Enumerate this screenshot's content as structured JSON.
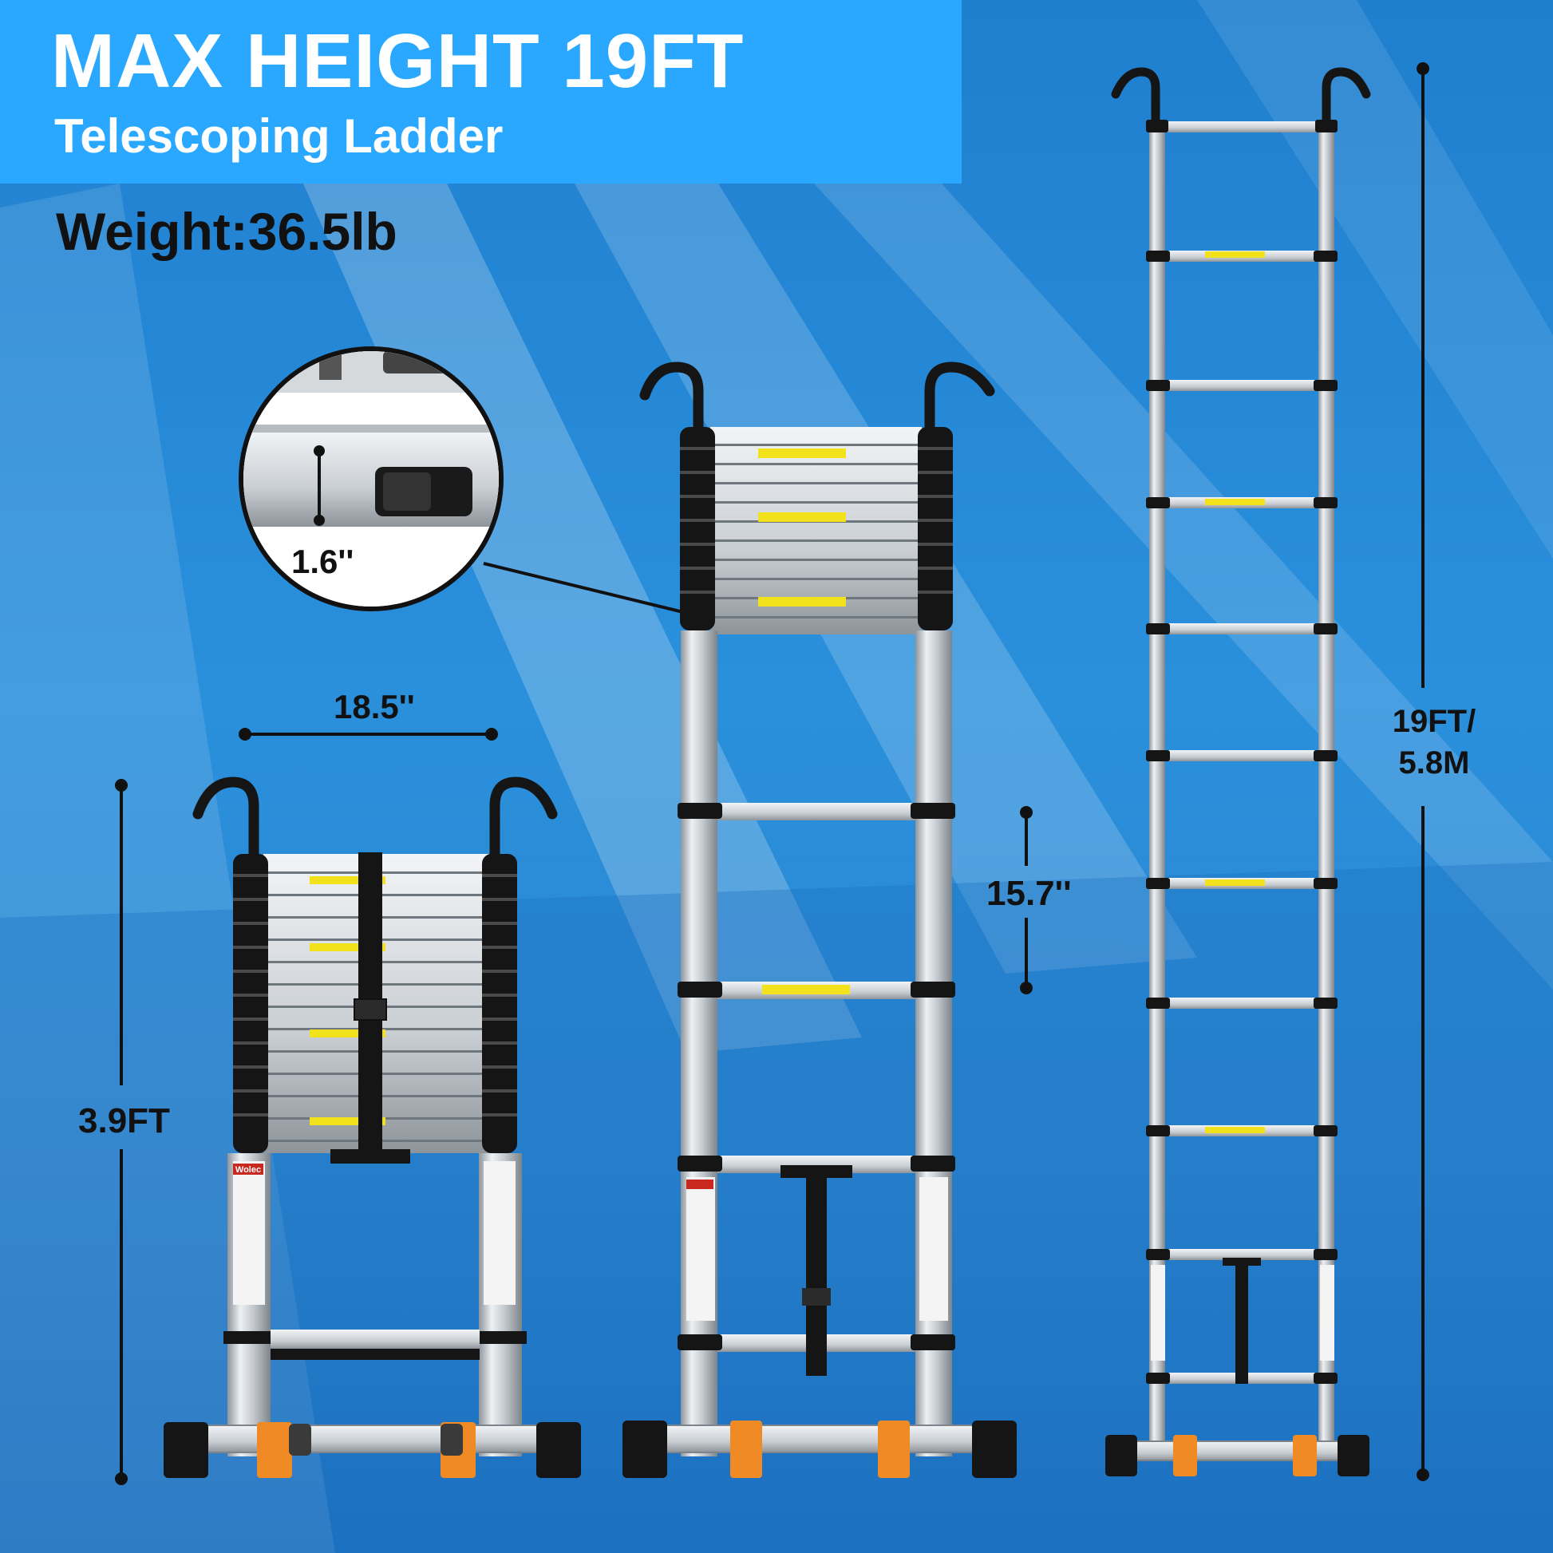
{
  "banner": {
    "title": "MAX HEIGHT 19FT",
    "subtitle": "Telescoping Ladder"
  },
  "weight_label": "Weight:36.5lb",
  "dimensions": {
    "width": "18.5''",
    "rung_spacing": "15.7''",
    "closed_height": "3.9FT",
    "max_height_line1": "19FT/",
    "max_height_line2": "5.8M",
    "lock_size": "1.6''"
  },
  "brand": "Wolec",
  "colors": {
    "banner": "#2aa8ff",
    "background": "#2a8bd8",
    "aluminum": "#c9ced3",
    "rubber": "#151515",
    "warning_label": "#f2e21c",
    "stabilizer_accent": "#f08a24"
  }
}
